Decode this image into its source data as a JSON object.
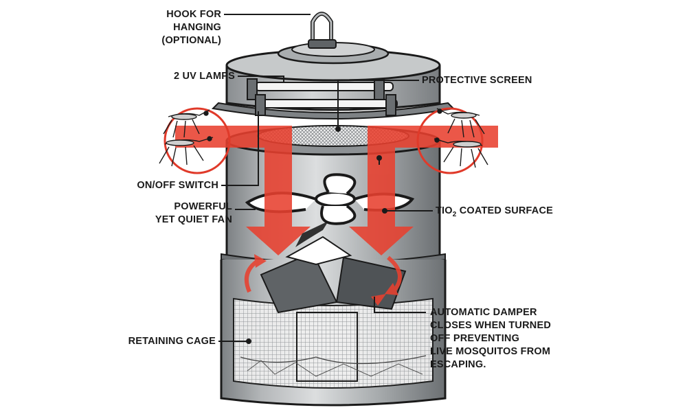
{
  "colors": {
    "canister": "#9ea2a5",
    "canister_dark": "#5f6366",
    "canister_light": "#d7d9da",
    "outline": "#1a1a1a",
    "airflow": "#e8402f",
    "airflow_light": "#f39a8c",
    "accent_circle": "#e03a2a",
    "background": "#ffffff"
  },
  "labels": {
    "hook": [
      "HOOK FOR",
      "HANGING",
      "(OPTIONAL)"
    ],
    "uv_lamps": [
      "2 UV LAMPS"
    ],
    "protective_screen": [
      "PROTECTIVE SCREEN"
    ],
    "on_off_switch": [
      "ON/OFF SWITCH"
    ],
    "fan": [
      "POWERFUL",
      "YET QUIET FAN"
    ],
    "tio2": {
      "prefix": "TIO",
      "subscript": "2",
      "suffix": " COATED SURFACE"
    },
    "damper": [
      "AUTOMATIC DAMPER",
      "CLOSES WHEN TURNED",
      "OFF PREVENTING",
      "LIVE MOSQUITOS FROM",
      "ESCAPING."
    ],
    "retaining_cage": [
      "RETAINING CAGE"
    ]
  },
  "icons": [
    "mosquito-icon",
    "hook-icon",
    "fan-icon",
    "airflow-arrow-icon"
  ]
}
